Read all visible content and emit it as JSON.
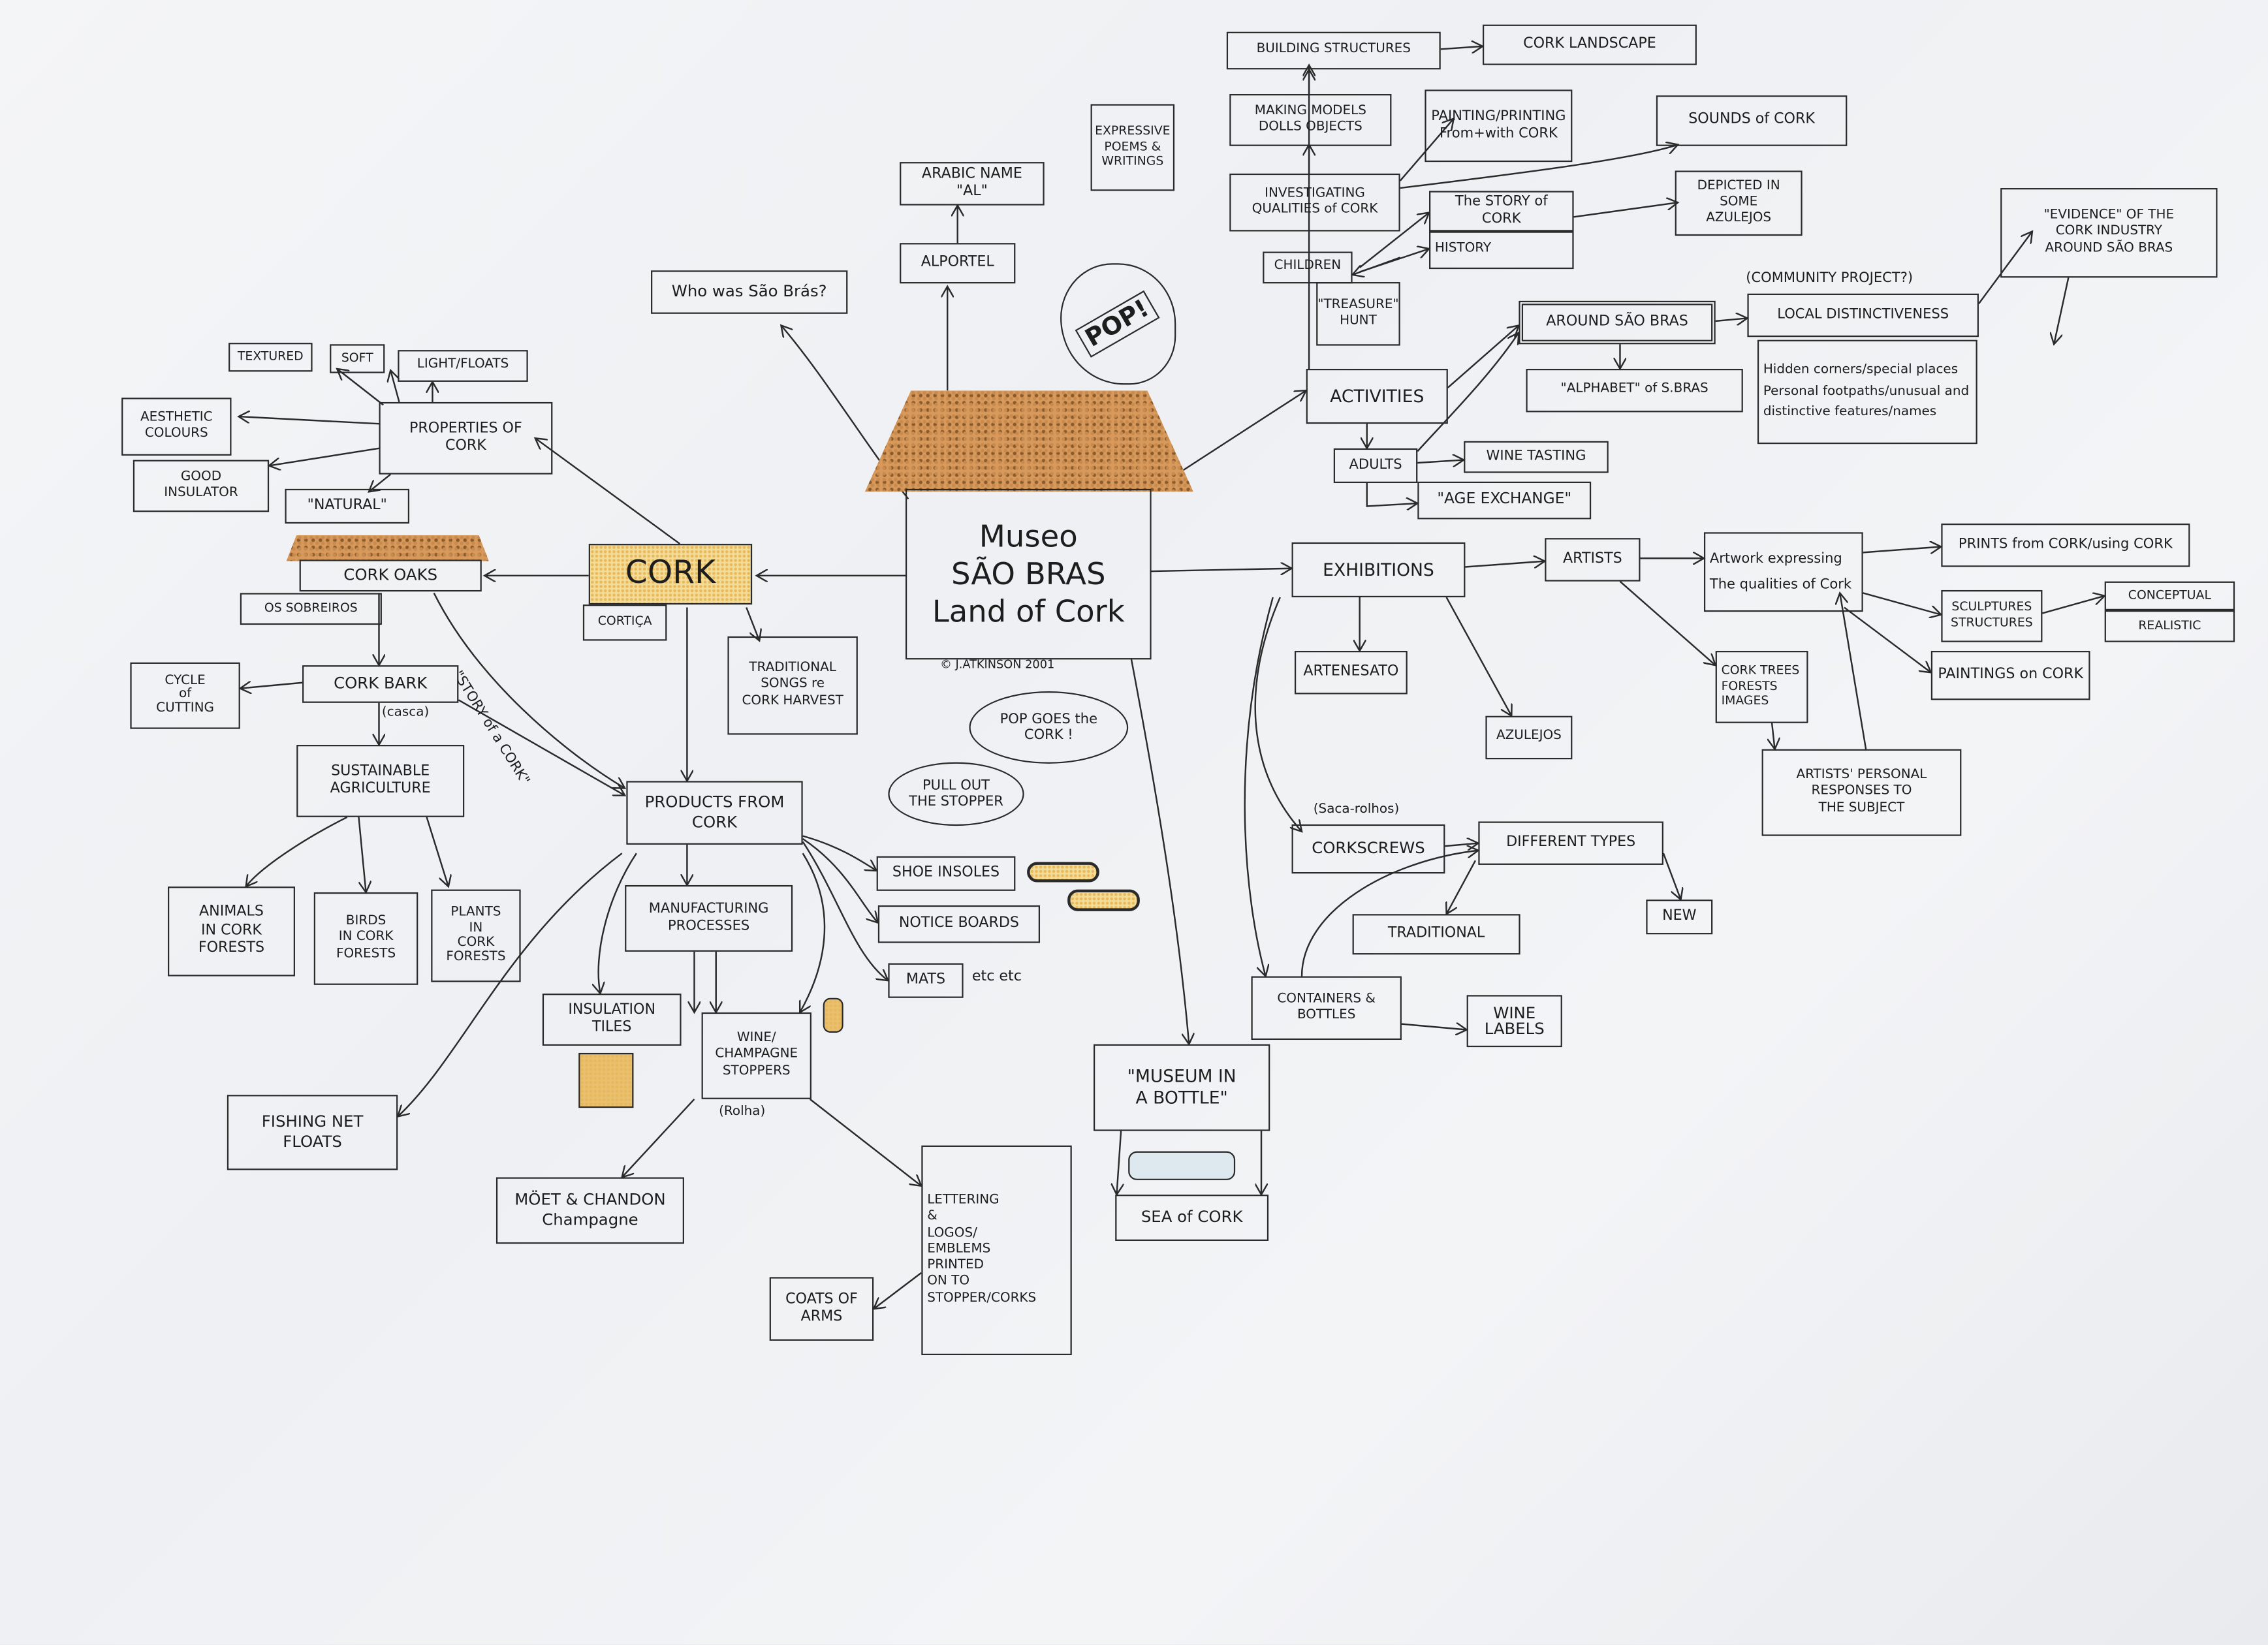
{
  "center": {
    "line1": "Museo",
    "line2": "SÃO BRAS",
    "line3": "Land of Cork",
    "credit": "© J.ATKINSON 2001"
  },
  "pop": "POP!",
  "bubbles": {
    "pop_goes": "POP GOES the\nCORK !",
    "pull_out": "PULL OUT\nTHE STOPPER"
  },
  "nodes": {
    "alportel": "ALPORTEL",
    "arabic_name": "ARABIC NAME\n\"AL\"",
    "who_was": "Who was São Brás?",
    "cork": "CORK",
    "cortica": "CORTIÇA",
    "traditional_songs": "TRADITIONAL\nSONGS re\nCORK HARVEST",
    "cork_oaks": "CORK OAKS",
    "os_sobreiros": "OS SOBREIROS",
    "properties": "PROPERTIES OF\nCORK",
    "textured": "TEXTURED",
    "soft": "SOFT",
    "light_floats": "LIGHT/FLOATS",
    "aesthetic": "AESTHETIC\nCOLOURS",
    "good_insulator": "GOOD\nINSULATOR",
    "natural": "\"NATURAL\"",
    "cork_bark": "CORK BARK",
    "casca": "(casca)",
    "cycle": "CYCLE\nof\nCUTTING",
    "sustainable": "SUSTAINABLE\nAGRICULTURE",
    "animals": "ANIMALS\nIN CORK\nFORESTS",
    "birds": "BIRDS\nIN CORK\nFORESTS",
    "plants": "PLANTS\nIN\nCORK\nFORESTS",
    "story_of_a_cork": "\"STORY of a CORK\"",
    "products": "PRODUCTS FROM\nCORK",
    "shoe_insoles": "SHOE INSOLES",
    "notice_boards": "NOTICE BOARDS",
    "mats": "MATS",
    "etc": "etc etc",
    "manufacturing": "MANUFACTURING\nPROCESSES",
    "insulation_tiles": "INSULATION\nTILES",
    "stoppers": "WINE/\nCHAMPAGNE\nSTOPPERS",
    "rolha": "(Rolha)",
    "fishing": "FISHING NET\nFLOATS",
    "moet": "MÖET & CHANDON\nChampagne",
    "lettering": "LETTERING\n&\nLOGOS/\nEMBLEMS\nPRINTED\nON TO\nSTOPPER/CORKS",
    "coats": "COATS OF\nARMS",
    "building": "BUILDING STRUCTURES",
    "landscape": "CORK LANDSCAPE",
    "poems": "EXPRESSIVE\nPOEMS &\nWRITINGS",
    "models": "MAKING MODELS\nDOLLS OBJECTS",
    "painting": "PAINTING/PRINTING\nFrom+with CORK",
    "sounds": "SOUNDS of CORK",
    "investigating": "INVESTIGATING\nQUALITIES of CORK",
    "story": "The STORY of CORK",
    "history": "HISTORY",
    "depicted": "DEPICTED IN SOME\nAZULEJOS",
    "children": "CHILDREN",
    "treasure": "\"TREASURE\"\nHUNT",
    "activities": "ACTIVITIES",
    "adults": "ADULTS",
    "wine_tasting": "WINE TASTING",
    "age_exchange": "\"AGE EXCHANGE\"",
    "around": "AROUND SÃO BRAS",
    "community": "(COMMUNITY PROJECT?)",
    "local": "LOCAL DISTINCTIVENESS",
    "alphabet": "\"ALPHABET\" of S.BRAS",
    "hidden": "Hidden corners/special places\nPersonal footpaths/unusual and\ndistinctive features/names",
    "evidence": "\"EVIDENCE\" OF THE\nCORK INDUSTRY\nAROUND SÃO BRAS",
    "exhibitions": "EXHIBITIONS",
    "artists": "ARTISTS",
    "artwork": "Artwork expressing\nThe qualities of Cork",
    "prints": "PRINTS from CORK/using CORK",
    "sculptures": "SCULPTURES\nSTRUCTURES",
    "conceptual": "CONCEPTUAL",
    "realistic": "REALISTIC",
    "paintings_on": "PAINTINGS on CORK",
    "cork_trees": "CORK TREES\nFORESTS\nIMAGES",
    "personal": "ARTISTS' PERSONAL\nRESPONSES TO\nTHE SUBJECT",
    "artenesato": "ARTENESATO",
    "azulejos": "AZULEJOS",
    "saca": "(Saca-rolhos)",
    "corkscrews": "CORKSCREWS",
    "types": "DIFFERENT TYPES",
    "traditional": "TRADITIONAL",
    "new": "NEW",
    "containers": "CONTAINERS &\nBOTTLES",
    "labels": "WINE\nLABELS",
    "museum_bottle": "\"MUSEUM IN\nA BOTTLE\"",
    "sea": "SEA of CORK"
  },
  "colors": {
    "ink": "#2a2a2a",
    "cork": "#d79a5c",
    "highlight": "#f3dc98",
    "paper": "#f1f2f5"
  }
}
